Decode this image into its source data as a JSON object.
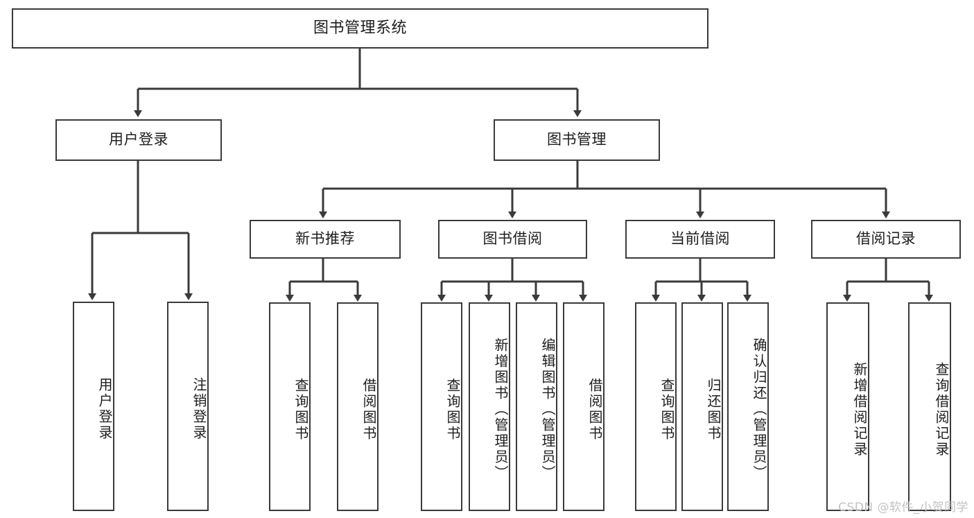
{
  "diagram": {
    "type": "tree",
    "title": "图书管理系统",
    "watermark": "CSDN @软件_小贺同学",
    "colors": {
      "stroke": "#3a3a3a",
      "fill": "#ffffff",
      "text": "#1d1d1d",
      "watermark": "#c2c2c2"
    },
    "nodes": {
      "root": {
        "label": "图书管理系统",
        "orientation": "horizontal",
        "level": 0
      },
      "l1": [
        {
          "id": "user-login",
          "label": "用户登录",
          "orientation": "horizontal",
          "level": 1
        },
        {
          "id": "book-manage",
          "label": "图书管理",
          "orientation": "horizontal",
          "level": 1
        }
      ],
      "l2": [
        {
          "id": "new-book-rec",
          "label": "新书推荐",
          "orientation": "horizontal",
          "level": 2,
          "parent": "book-manage"
        },
        {
          "id": "book-borrow",
          "label": "图书借阅",
          "orientation": "horizontal",
          "level": 2,
          "parent": "book-manage"
        },
        {
          "id": "current-borrow",
          "label": "当前借阅",
          "orientation": "horizontal",
          "level": 2,
          "parent": "book-manage"
        },
        {
          "id": "borrow-record",
          "label": "借阅记录",
          "orientation": "horizontal",
          "level": 2,
          "parent": "book-manage"
        }
      ],
      "leaves": [
        {
          "id": "leaf-user-login",
          "label": "用户登录",
          "orientation": "vertical",
          "parent": "user-login"
        },
        {
          "id": "leaf-logout",
          "label": "注销登录",
          "orientation": "vertical",
          "parent": "user-login"
        },
        {
          "id": "leaf-query-book-rec",
          "label": "查询图书",
          "orientation": "vertical",
          "parent": "new-book-rec"
        },
        {
          "id": "leaf-borrow-book-rec",
          "label": "借阅图书",
          "orientation": "vertical",
          "parent": "new-book-rec"
        },
        {
          "id": "leaf-query-book-borrow",
          "label": "查询图书",
          "orientation": "vertical",
          "parent": "book-borrow"
        },
        {
          "id": "leaf-add-book",
          "label": "新增图书（管理员）",
          "orientation": "vertical",
          "parent": "book-borrow"
        },
        {
          "id": "leaf-edit-book",
          "label": "编辑图书（管理员）",
          "orientation": "vertical",
          "parent": "book-borrow"
        },
        {
          "id": "leaf-borrow-book",
          "label": "借阅图书",
          "orientation": "vertical",
          "parent": "book-borrow"
        },
        {
          "id": "leaf-query-book-current",
          "label": "查询图书",
          "orientation": "vertical",
          "parent": "current-borrow"
        },
        {
          "id": "leaf-return-book",
          "label": "归还图书",
          "orientation": "vertical",
          "parent": "current-borrow"
        },
        {
          "id": "leaf-confirm-return",
          "label": "确认归还（管理员）",
          "orientation": "vertical",
          "parent": "current-borrow"
        },
        {
          "id": "leaf-add-record",
          "label": "新增借阅记录",
          "orientation": "vertical",
          "parent": "borrow-record"
        },
        {
          "id": "leaf-query-record",
          "label": "查询借阅记录",
          "orientation": "vertical",
          "parent": "borrow-record"
        }
      ]
    }
  }
}
